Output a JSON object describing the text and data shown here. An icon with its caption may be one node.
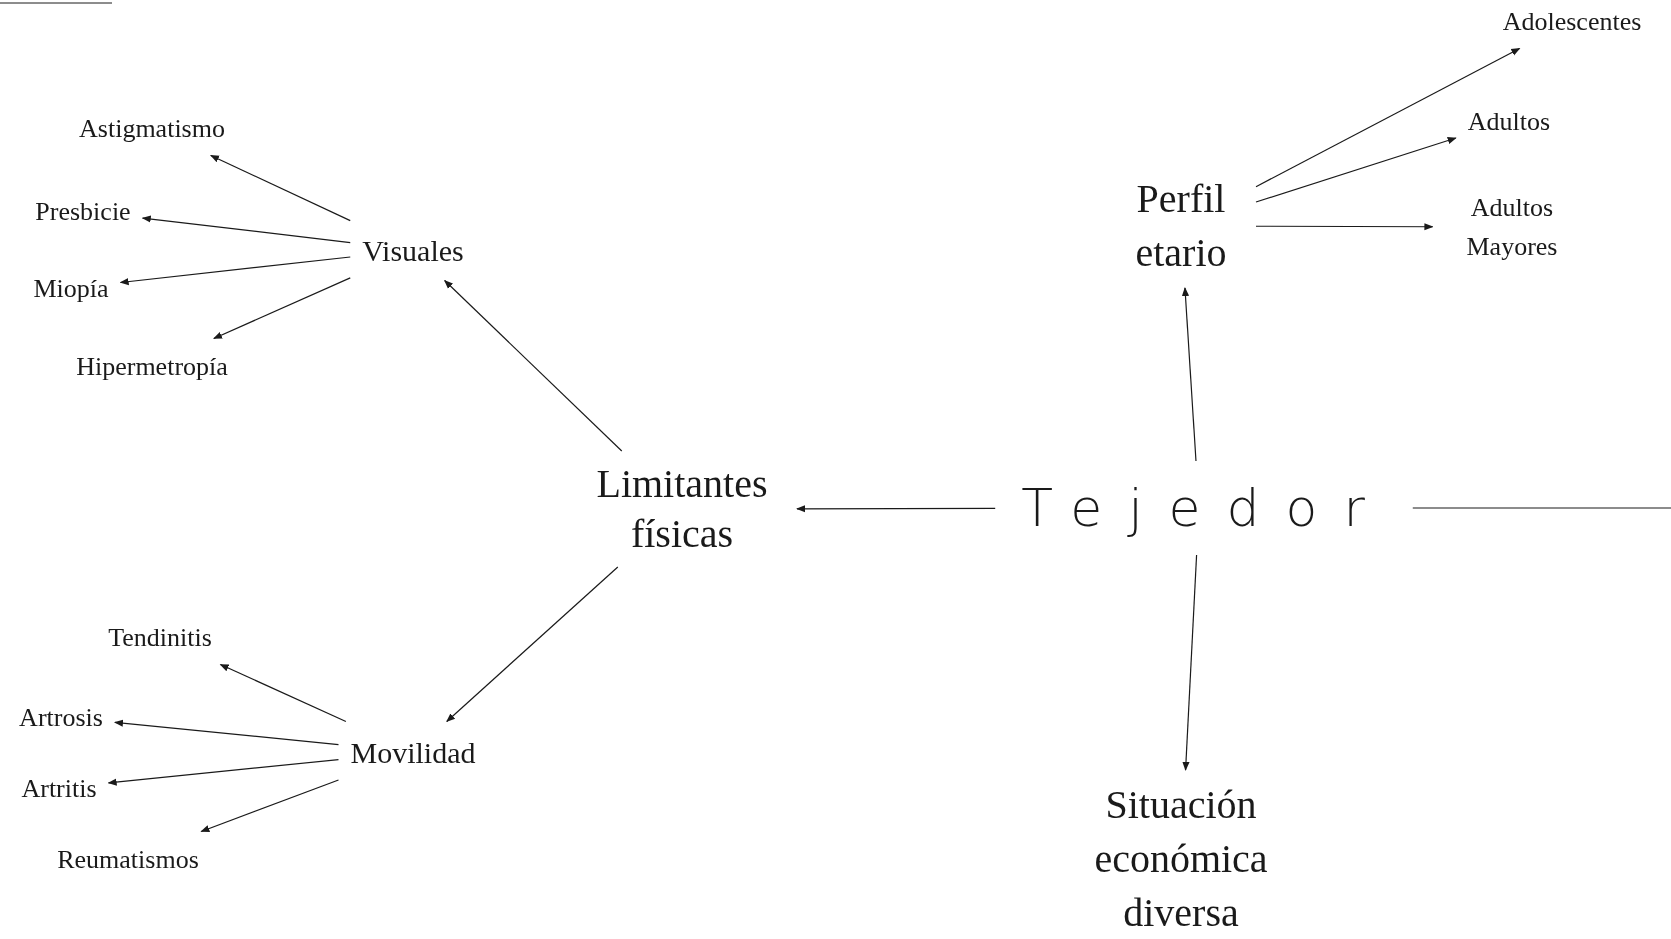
{
  "diagram": {
    "nodes": [
      {
        "text": [
          "Tejedor"
        ]
      },
      {
        "text": [
          "Limitantes físicas"
        ]
      },
      {
        "text": [
          "Perfil etario"
        ]
      },
      {
        "text": [
          "Situación económica diversa"
        ]
      },
      {
        "text": [
          "Visuales"
        ]
      },
      {
        "text": [
          "Movilidad"
        ]
      },
      {
        "text": [
          "Astigmatismo"
        ]
      },
      {
        "text": [
          "Presbicie"
        ]
      },
      {
        "text": [
          "Miopía"
        ]
      },
      {
        "text": [
          "Hipermetropía"
        ]
      },
      {
        "text": [
          "Tendinitis"
        ]
      },
      {
        "text": [
          "Artrosis"
        ]
      },
      {
        "text": [
          "Artritis"
        ]
      },
      {
        "text": [
          "Reumatismos"
        ]
      },
      {
        "text": [
          "Adolescentes"
        ]
      },
      {
        "text": [
          "Adultos"
        ]
      },
      {
        "text": [
          "Adultos Mayores"
        ]
      }
    ],
    "edges": [
      {
        "from": 0,
        "to": 1,
        "arrow": "to"
      },
      {
        "from": 0,
        "to": 2,
        "arrow": "to"
      },
      {
        "from": 0,
        "to": 3,
        "arrow": "to"
      },
      {
        "from": 0,
        "to": null,
        "arrow": "none"
      },
      {
        "from": 1,
        "to": 4,
        "arrow": "to"
      },
      {
        "from": 1,
        "to": 5,
        "arrow": "to"
      },
      {
        "from": 4,
        "to": 6,
        "arrow": "to"
      },
      {
        "from": 4,
        "to": 7,
        "arrow": "to"
      },
      {
        "from": 4,
        "to": 8,
        "arrow": "to"
      },
      {
        "from": 4,
        "to": 9,
        "arrow": "to"
      },
      {
        "from": 5,
        "to": 10,
        "arrow": "to"
      },
      {
        "from": 5,
        "to": 11,
        "arrow": "to"
      },
      {
        "from": 5,
        "to": 12,
        "arrow": "to"
      },
      {
        "from": 5,
        "to": 13,
        "arrow": "to"
      },
      {
        "from": 2,
        "to": 14,
        "arrow": "to"
      },
      {
        "from": 2,
        "to": 15,
        "arrow": "to"
      },
      {
        "from": 2,
        "to": 16,
        "arrow": "to"
      }
    ]
  }
}
